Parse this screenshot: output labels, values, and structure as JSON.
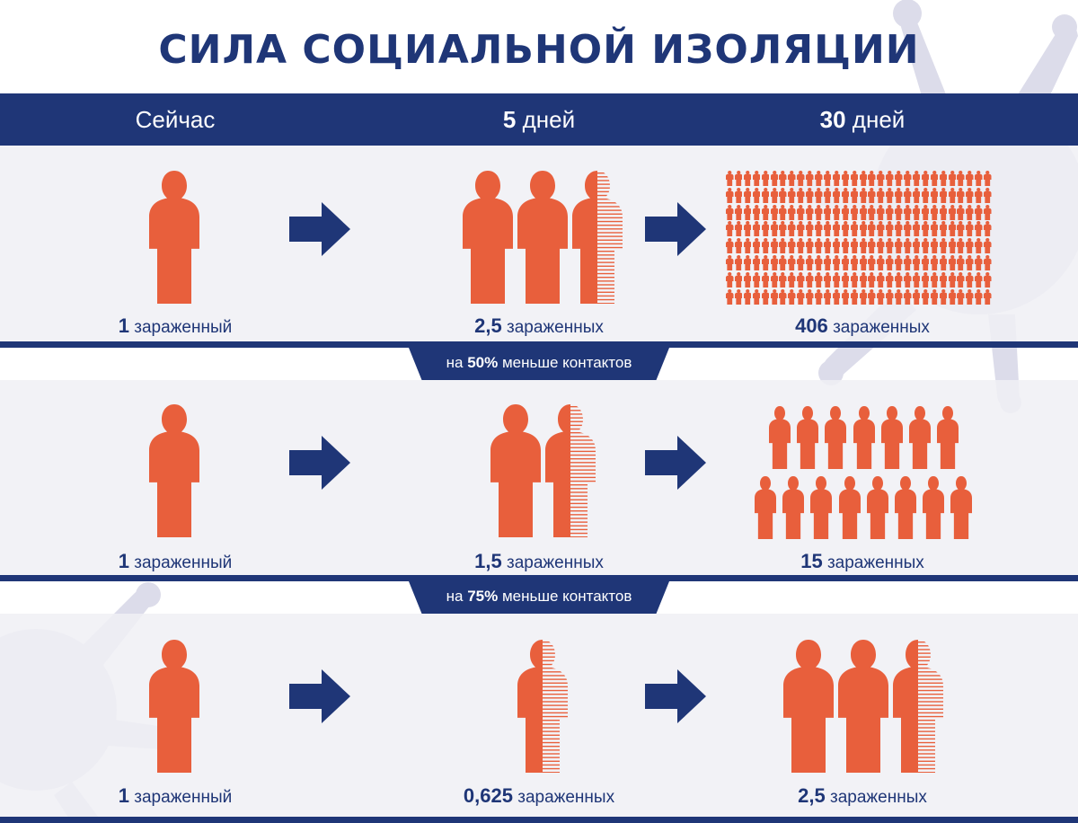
{
  "title": "СИЛА СОЦИАЛЬНОЙ ИЗОЛЯЦИИ",
  "columns": {
    "now": "Сейчас",
    "d5_num": "5",
    "d5_unit": " дней",
    "d30_num": "30",
    "d30_unit": " дней"
  },
  "unit_single": " зараженный",
  "unit_plural": " зараженных",
  "tabs": [
    {
      "prefix": "на ",
      "pct": "50%",
      "suffix": " меньше контактов"
    },
    {
      "prefix": "на ",
      "pct": "75%",
      "suffix": " меньше контактов"
    }
  ],
  "rows": [
    {
      "now": "1",
      "d5": "2,5",
      "d30": "406"
    },
    {
      "now": "1",
      "d5": "1,5",
      "d30": "15"
    },
    {
      "now": "1",
      "d5": "0,625",
      "d30": "2,5"
    }
  ],
  "colors": {
    "navy": "#1f3677",
    "figure": "#e85f3c",
    "row_bg": "#f0f0f4",
    "virus": "#dcdcea"
  },
  "icons": {
    "person": "person-icon",
    "arrow": "arrow-right-icon",
    "virus": "virus-icon"
  }
}
